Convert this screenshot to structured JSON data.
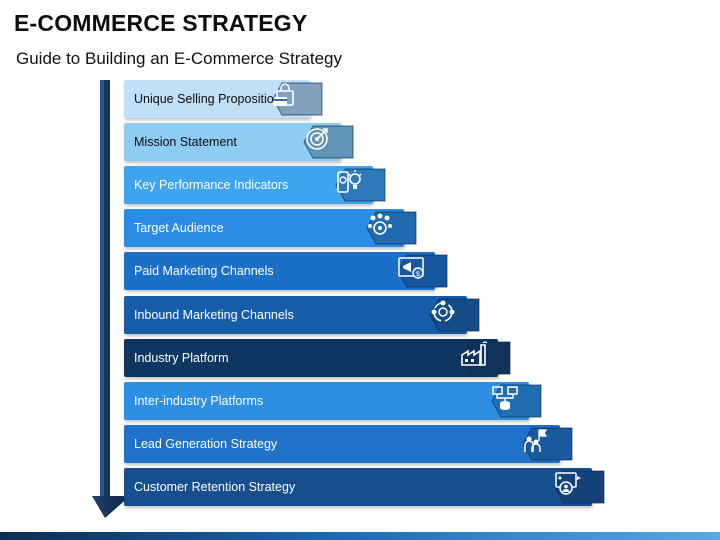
{
  "header": {
    "title": "E-COMMERCE STRATEGY",
    "subtitle": "Guide to Building an E-Commerce Strategy"
  },
  "steps": [
    {
      "label": "Unique Selling Proposition",
      "icon": "shopping-bag-card-icon",
      "color": "#bfe0f7",
      "text_color": "#0d0d0d"
    },
    {
      "label": "Mission Statement",
      "icon": "target-icon",
      "color": "#8fccf3",
      "text_color": "#0d0d0d"
    },
    {
      "label": "Key Performance Indicators",
      "icon": "kpi-phone-bulb-icon",
      "color": "#3fa4ee",
      "text_color": "#ffffff"
    },
    {
      "label": "Target Audience",
      "icon": "audience-target-icon",
      "color": "#2a8de3",
      "text_color": "#ffffff"
    },
    {
      "label": "Paid Marketing Channels",
      "icon": "megaphone-dollar-icon",
      "color": "#1c6fc6",
      "text_color": "#ffffff"
    },
    {
      "label": "Inbound Marketing Channels",
      "icon": "inbound-cycle-icon",
      "color": "#175ca8",
      "text_color": "#ffffff"
    },
    {
      "label": "Industry Platform",
      "icon": "factory-icon",
      "color": "#0f3660",
      "text_color": "#ffffff"
    },
    {
      "label": "Inter-industry Platforms",
      "icon": "network-database-icon",
      "color": "#2d8fe4",
      "text_color": "#ffffff"
    },
    {
      "label": "Lead Generation Strategy",
      "icon": "leader-flag-icon",
      "color": "#1f72c8",
      "text_color": "#ffffff"
    },
    {
      "label": "Customer Retention Strategy",
      "icon": "customer-retention-icon",
      "color": "#174e8e",
      "text_color": "#ffffff"
    }
  ]
}
